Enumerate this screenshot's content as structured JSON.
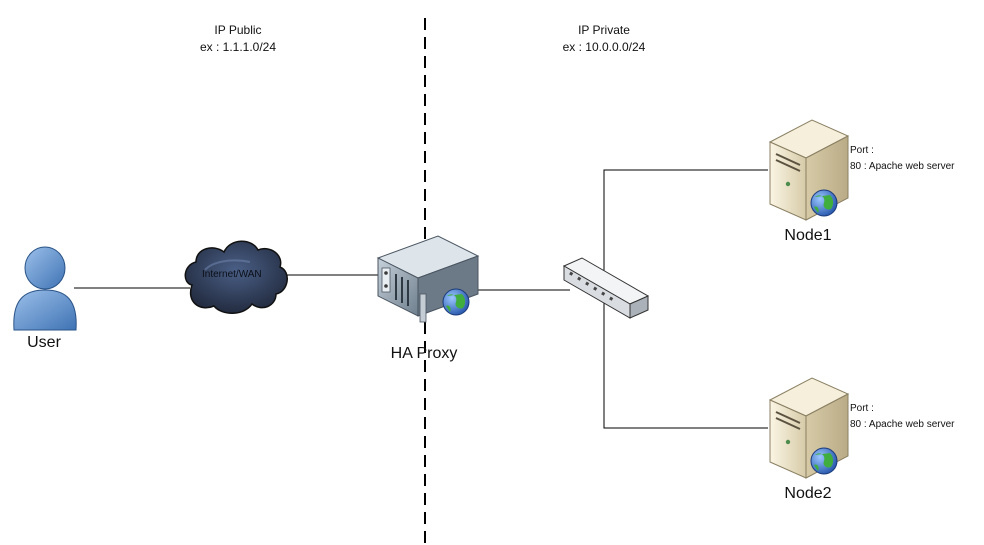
{
  "zones": {
    "public": {
      "title": "IP Public",
      "subnet": "ex : 1.1.1.0/24"
    },
    "private": {
      "title": "IP Private",
      "subnet": "ex : 10.0.0.0/24"
    }
  },
  "nodes": {
    "user": {
      "label": "User"
    },
    "cloud": {
      "label": "Internet/WAN"
    },
    "proxy": {
      "label": "HA Proxy"
    },
    "node1": {
      "label": "Node1",
      "port_title": "Port :",
      "port_value": "80 : Apache web server"
    },
    "node2": {
      "label": "Node2",
      "port_title": "Port :",
      "port_value": "80 : Apache web server"
    }
  },
  "colors": {
    "line": "#000000",
    "user": "#5b8fc9",
    "cloud": "#2d3a52",
    "server": "#e8dfc4",
    "proxy": "#8a9aa8",
    "globe": "#2f6fc4"
  }
}
